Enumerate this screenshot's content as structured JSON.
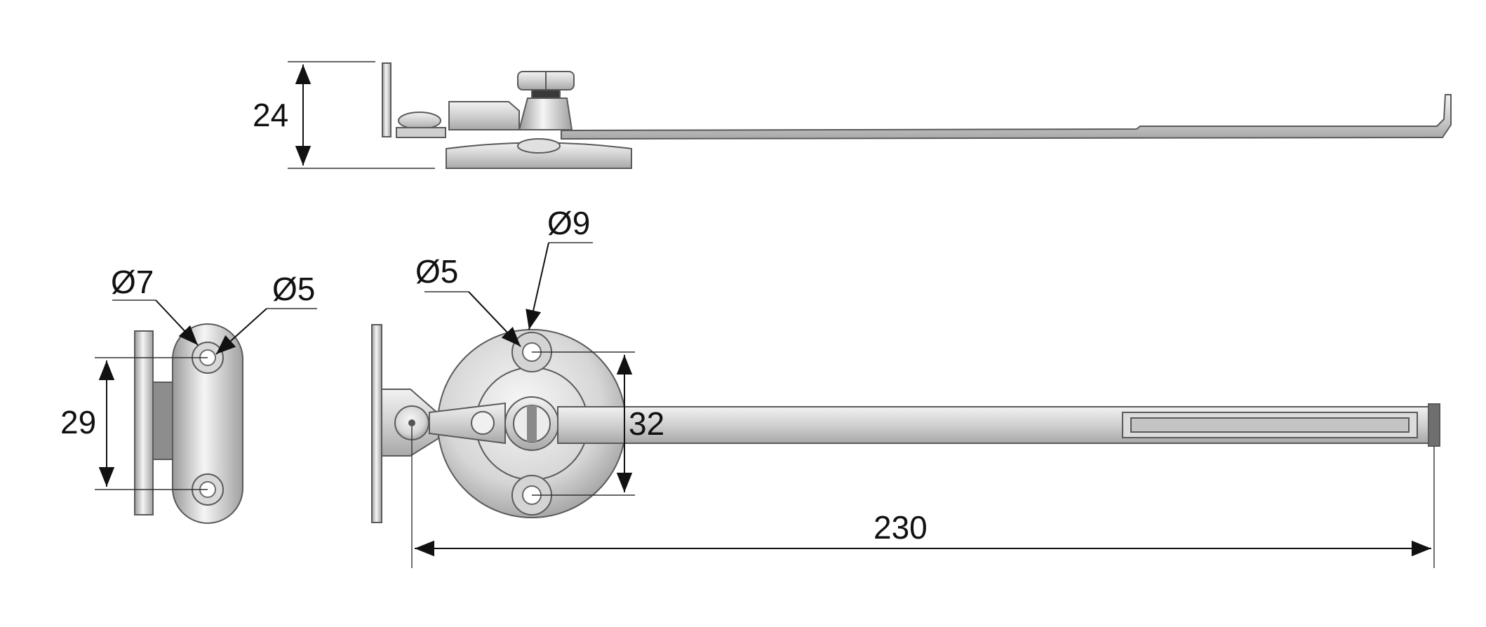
{
  "drawing": {
    "type": "technical-drawing",
    "subject": "hardware stay/arm with round pivot base and wall plate",
    "views": [
      "side",
      "end",
      "top"
    ]
  },
  "dimensions": {
    "side_height": "24",
    "end_diameter_large": "Ø7",
    "end_diameter_small": "Ø5",
    "end_hole_spacing": "29",
    "top_diameter_small": "Ø5",
    "top_diameter_large": "Ø9",
    "top_hole_spacing": "32",
    "total_length": "230"
  },
  "colors": {
    "metal_light": "#e8e8e8",
    "metal_mid": "#c8c8c8",
    "metal_dark": "#8a8a8a",
    "line": "#111111"
  }
}
